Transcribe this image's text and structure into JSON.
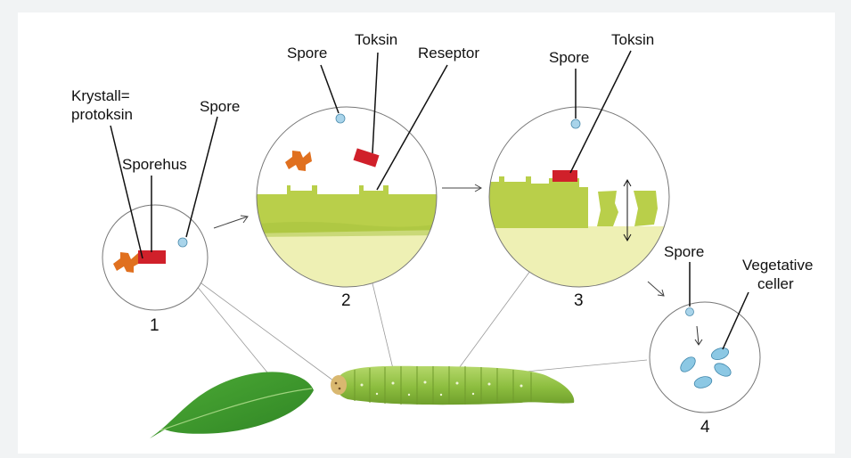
{
  "labels": {
    "krystall_line1": "Krystall=",
    "krystall_line2": "protoksin",
    "sporehus": "Sporehus",
    "spore1": "Spore",
    "spore2": "Spore",
    "toksin2": "Toksin",
    "reseptor": "Reseptor",
    "spore3": "Spore",
    "toksin3": "Toksin",
    "spore4": "Spore",
    "vegetative_line1": "Vegetative",
    "vegetative_line2": "celler"
  },
  "stages": [
    "1",
    "2",
    "3",
    "4"
  ],
  "colors": {
    "background": "#f1f3f4",
    "panel": "#ffffff",
    "crystal": "#e0701f",
    "toxin": "#d0202a",
    "spore": "#a9d4ea",
    "gut_wall": "#b9cf4a",
    "gut_lumen": "#eef0b4",
    "caterpillar": "#8cbd3f",
    "leaf": "#3d9a2d",
    "vegetative_cell": "#8cc8e4"
  }
}
